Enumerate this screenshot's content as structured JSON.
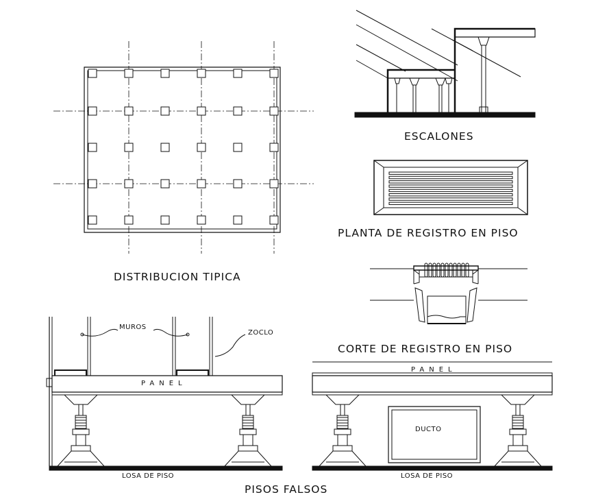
{
  "labels": {
    "distribucion": "DISTRIBUCION TIPICA",
    "escalones": "ESCALONES",
    "planta_registro": "PLANTA DE REGISTRO EN PISO",
    "corte_registro": "CORTE DE REGISTRO EN PISO",
    "muros": "MUROS",
    "zoclo": "ZOCLO",
    "panel_left": "PANEL",
    "panel_right": "PANEL",
    "ducto": "DUCTO",
    "losa_left": "LOSA DE PISO",
    "losa_right": "LOSA DE PISO",
    "pisos_falsos": "PISOS FALSOS"
  },
  "colors": {
    "ink": "#111111",
    "background": "#ffffff"
  }
}
